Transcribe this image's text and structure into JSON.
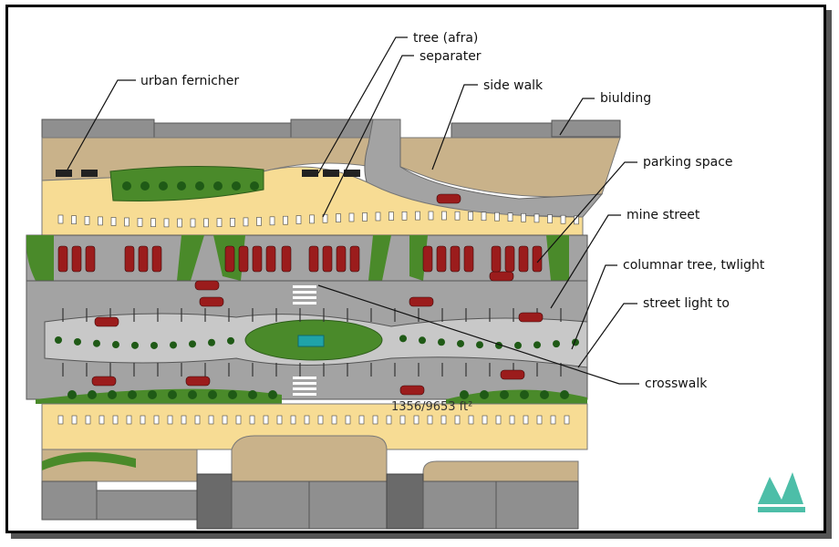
{
  "labels": {
    "urban_furniture": "urban fernicher",
    "tree": "tree (afra)",
    "separator": "separater",
    "sidewalk": "side walk",
    "building": "biulding",
    "parking": "parking space",
    "main_street": "mine street",
    "columnar_tree": "columnar tree, twlight",
    "street_light": "street light to",
    "crosswalk": "crosswalk"
  },
  "area_note": "1356/9653 ft²",
  "colors": {
    "building": "#8f8f8f",
    "sidewalk": "#f7dc94",
    "plaza": "#c9b28a",
    "road": "#a3a3a3",
    "median": "#c8c8c8",
    "green": "#4a8a2a",
    "tree": "#1f5a16",
    "car": "#9b1c1c",
    "water": "#1fa3a8",
    "logo": "#2fb39a"
  },
  "icons": [
    "watermark-logo-icon",
    "north-arrow"
  ]
}
